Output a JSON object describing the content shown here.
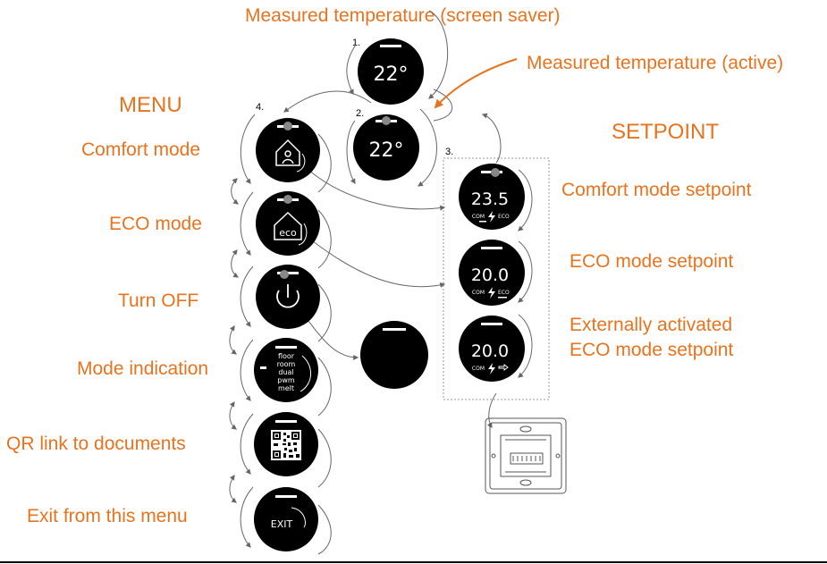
{
  "labels": {
    "screen_saver": "Measured temperature (screen saver)",
    "active": "Measured temperature (active)",
    "menu": "MENU",
    "setpoint": "SETPOINT",
    "comfort_mode": "Comfort mode",
    "eco_mode": "ECO mode",
    "turn_off": "Turn OFF",
    "mode_indication": "Mode indication",
    "qr_link": "QR link to documents",
    "exit_menu": "Exit from this menu",
    "comfort_setpoint": "Comfort mode setpoint",
    "eco_setpoint": "ECO mode setpoint",
    "ext_eco_line1": "Externally activated",
    "ext_eco_line2": "ECO mode setpoint"
  },
  "steps": {
    "s1": "1.",
    "s2": "2.",
    "s3": "3.",
    "s4": "4."
  },
  "displays": {
    "temp_saver": "22°",
    "temp_active": "22°",
    "comfort_value": "23.5",
    "eco_value": "20.0",
    "ext_eco_value": "20.0",
    "com": "COM",
    "eco": "ECO",
    "eco_icon_text": "eco",
    "mode_list": [
      "floor",
      "room",
      "dual",
      "pwm",
      "melt"
    ],
    "exit_text": "EXIT"
  },
  "colors": {
    "accent": "#e8731f",
    "knob": "#000000",
    "arrow": "#666666"
  }
}
